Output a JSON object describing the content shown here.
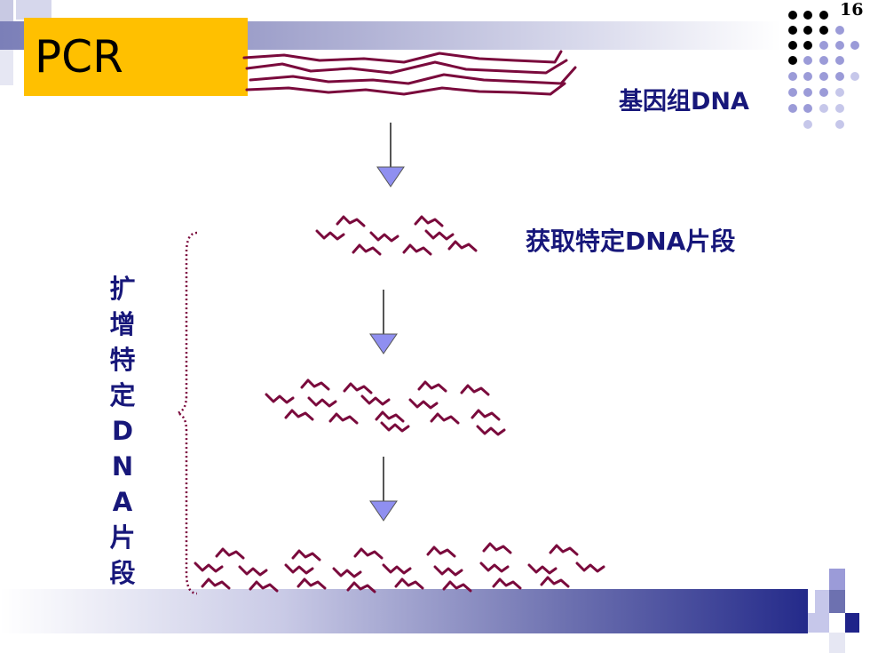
{
  "slide": {
    "title": "PCR",
    "number": "16"
  },
  "labels": {
    "genomic_dna": "基因组DNA",
    "specific_fragment": "获取特定DNA片段",
    "amplify": "扩增特定DNA片段"
  },
  "colors": {
    "title_bg": "#ffc000",
    "label_text": "#17177a",
    "dna_strand": "#7a0a3c",
    "arrow_fill": "#8f8ff0",
    "brace": "#7a0a3c"
  }
}
